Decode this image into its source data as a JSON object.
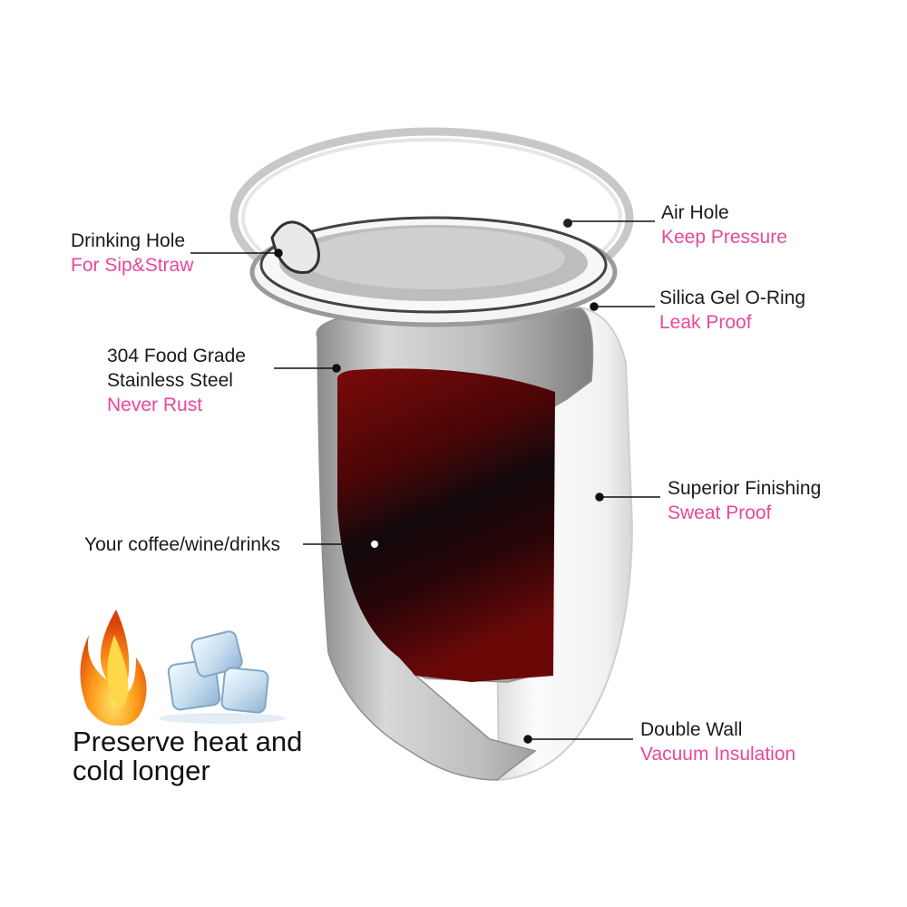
{
  "callouts": {
    "drinking_hole": {
      "title": "Drinking Hole",
      "sub": "For Sip&Straw"
    },
    "air_hole": {
      "title": "Air Hole",
      "sub": "Keep Pressure"
    },
    "oring": {
      "title": "Silica Gel O-Ring",
      "sub": "Leak Proof"
    },
    "steel": {
      "line1": "304 Food Grade",
      "line2": "Stainless Steel",
      "sub": "Never Rust"
    },
    "finishing": {
      "title": "Superior Finishing",
      "sub": "Sweat Proof"
    },
    "drinks": {
      "title": "Your coffee/wine/drinks"
    },
    "double_wall": {
      "title": "Double Wall",
      "sub": "Vacuum Insulation"
    }
  },
  "tagline": {
    "line1": "Preserve heat and",
    "line2": "cold longer"
  },
  "colors": {
    "accent": "#e8489a",
    "liquid": "#6b0808",
    "steel": "#b9b9b9"
  },
  "icons": [
    "flame-icon",
    "ice-cubes-icon"
  ]
}
